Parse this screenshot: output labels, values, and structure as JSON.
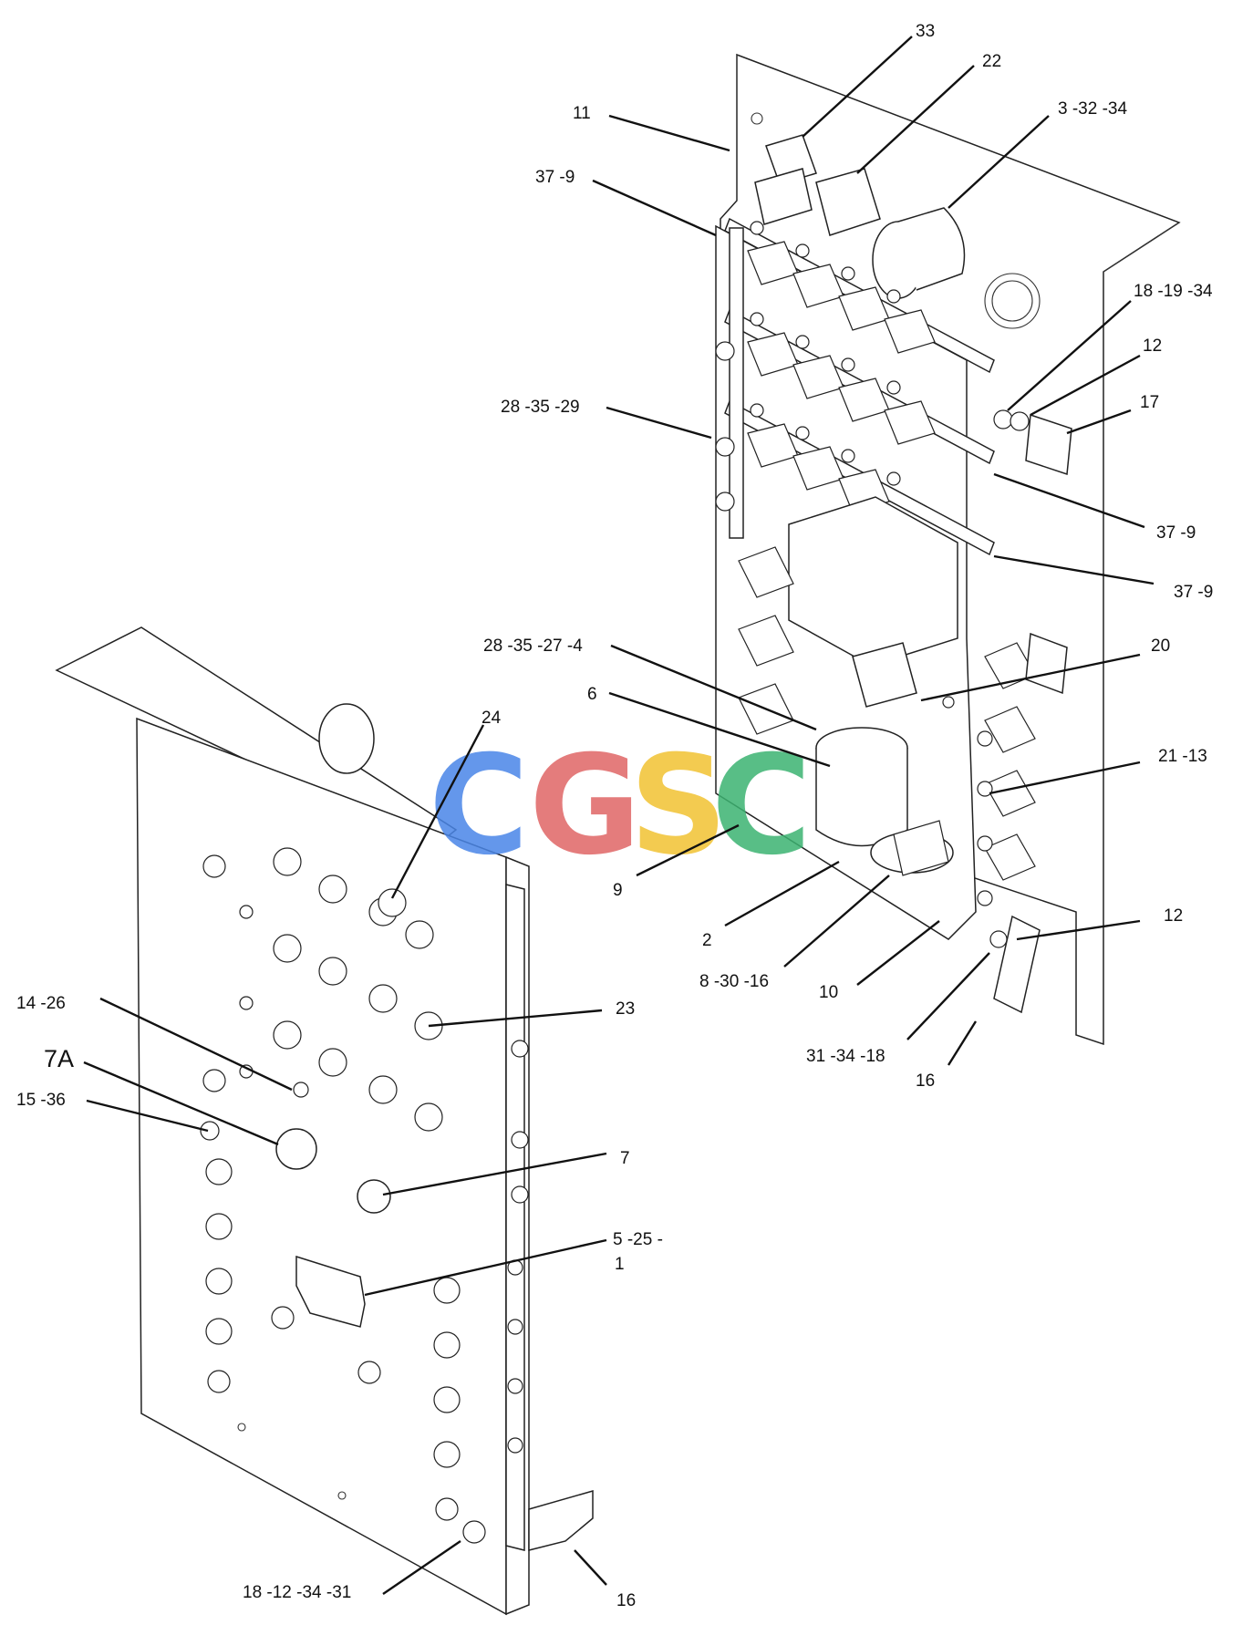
{
  "labels": {
    "l33": "33",
    "l22": "22",
    "l11": "11",
    "l3_32_34": "3 -32 -34",
    "l37_9_top": "37 -9",
    "l18_19_34": "18 -19 -34",
    "l12_top": "12",
    "l17": "17",
    "l28_35_29": "28 -35 -29",
    "l37_9_mid": "37 -9",
    "l37_9_low": "37 -9",
    "l28_35_27_4": "28 -35 -27 -4",
    "l20": "20",
    "l6": "6",
    "l24": "24",
    "l21_13": "21 -13",
    "l9": "9",
    "l2": "2",
    "l8_30_16": "8 -30 -16",
    "l12_bot": "12",
    "l10": "10",
    "l23": "23",
    "l14_26": "14 -26",
    "l31_34_18": "31 -34 -18",
    "l16_right": "16",
    "l7A": "7A",
    "l15_36": "15 -36",
    "l7": "7",
    "l5_25": "5 -25 -",
    "l1": "1",
    "l18_12_34_31": "18 -12 -34 -31",
    "l16_bottom": "16"
  },
  "watermark": {
    "letters": [
      "C",
      "G",
      "S",
      "C"
    ],
    "colors": [
      "#4a86e8",
      "#e06666",
      "#f1c232",
      "#3cb371"
    ]
  }
}
